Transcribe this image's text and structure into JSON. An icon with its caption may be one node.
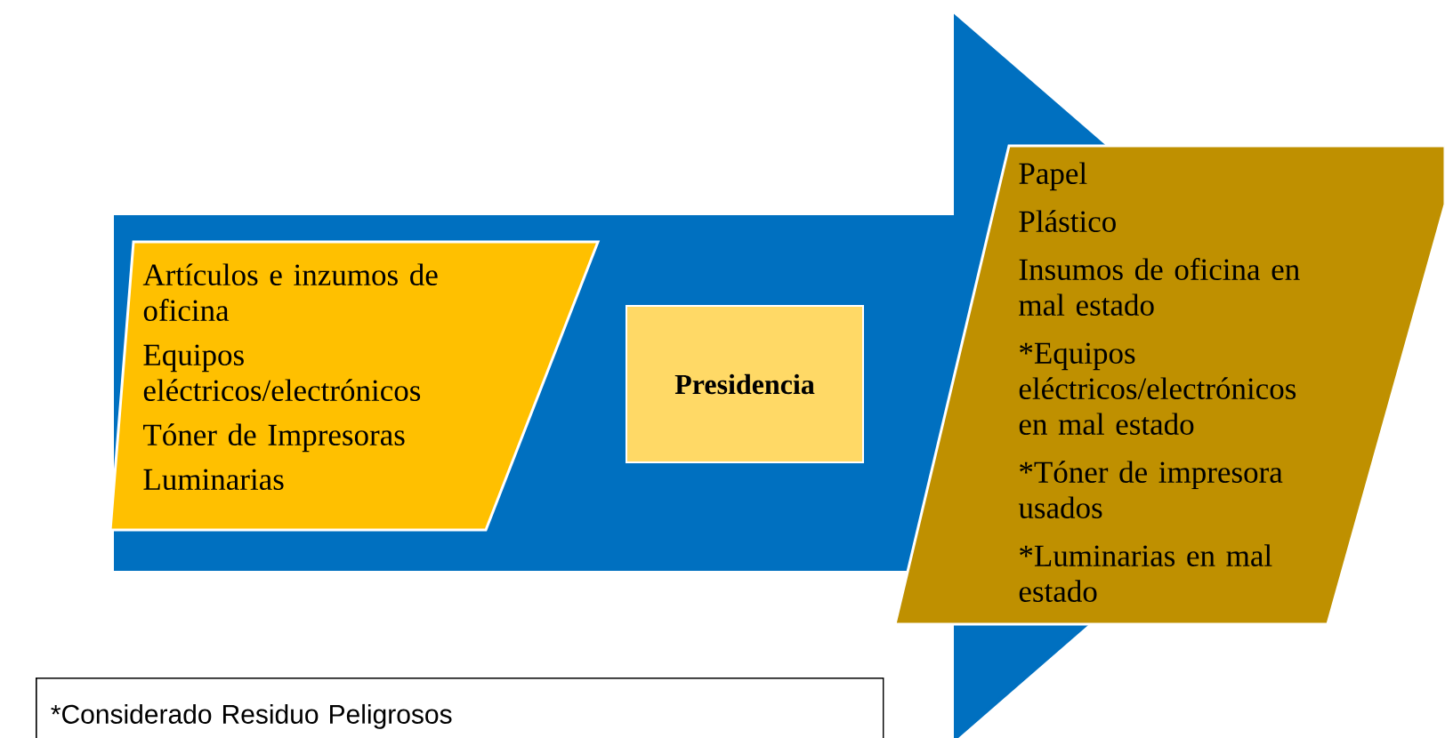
{
  "diagram": {
    "nodes": [
      {
        "text": [
          "Artículos e inzumos de oficina",
          "Equipos eléctricos/electrónicos",
          "Tóner de Impresoras",
          "Luminarias"
        ]
      },
      {
        "text": [
          "Presidencia"
        ]
      },
      {
        "text": [
          "Papel",
          "Plástico",
          "Insumos de oficina en mal estado",
          "*Equipos eléctricos/electrónicos en mal estado",
          "*Tóner de impresora usados",
          "*Luminarias en mal estado"
        ]
      },
      {
        "text": [
          "*Considerado Residuo Peligrosos"
        ]
      }
    ],
    "edges": [
      {
        "from": 0,
        "to": 2,
        "arrow": "to",
        "color": "#0070c0",
        "style": "thick"
      }
    ]
  }
}
